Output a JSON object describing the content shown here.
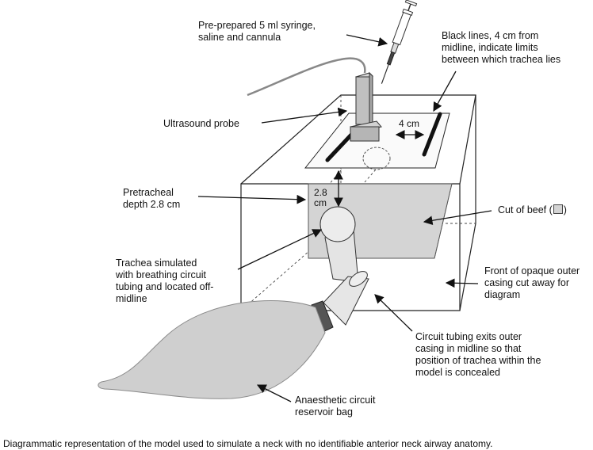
{
  "labels": {
    "syringe": [
      "Pre-prepared 5 ml syringe,",
      "saline and cannula"
    ],
    "black_lines": [
      "Black lines, 4 cm from",
      "midline, indicate limits",
      "between which trachea lies"
    ],
    "probe": [
      "Ultrasound probe"
    ],
    "width": "4 cm",
    "pretracheal": [
      "Pretracheal",
      "depth 2.8 cm"
    ],
    "depth_inner": [
      "2.8",
      "cm"
    ],
    "beef": "Cut of beef (",
    "beef_close": ")",
    "trachea": [
      "Trachea simulated",
      "with breathing circuit",
      "tubing and located off-",
      "midline"
    ],
    "front": [
      "Front of opaque outer",
      "casing cut away for",
      "diagram"
    ],
    "circuit_exit": [
      "Circuit tubing exits outer",
      "casing in midline so that",
      "position of trachea within the",
      "model is concealed"
    ],
    "bag": [
      "Anaesthetic circuit",
      "reservoir bag"
    ]
  },
  "caption": "Diagrammatic representation of the model used to simulate a neck with no identifiable anterior neck airway anatomy.",
  "colors": {
    "beef": "#d4d4d4",
    "bag": "#cfcfcf",
    "probe": "#bdbdbd",
    "line": "#111111"
  }
}
